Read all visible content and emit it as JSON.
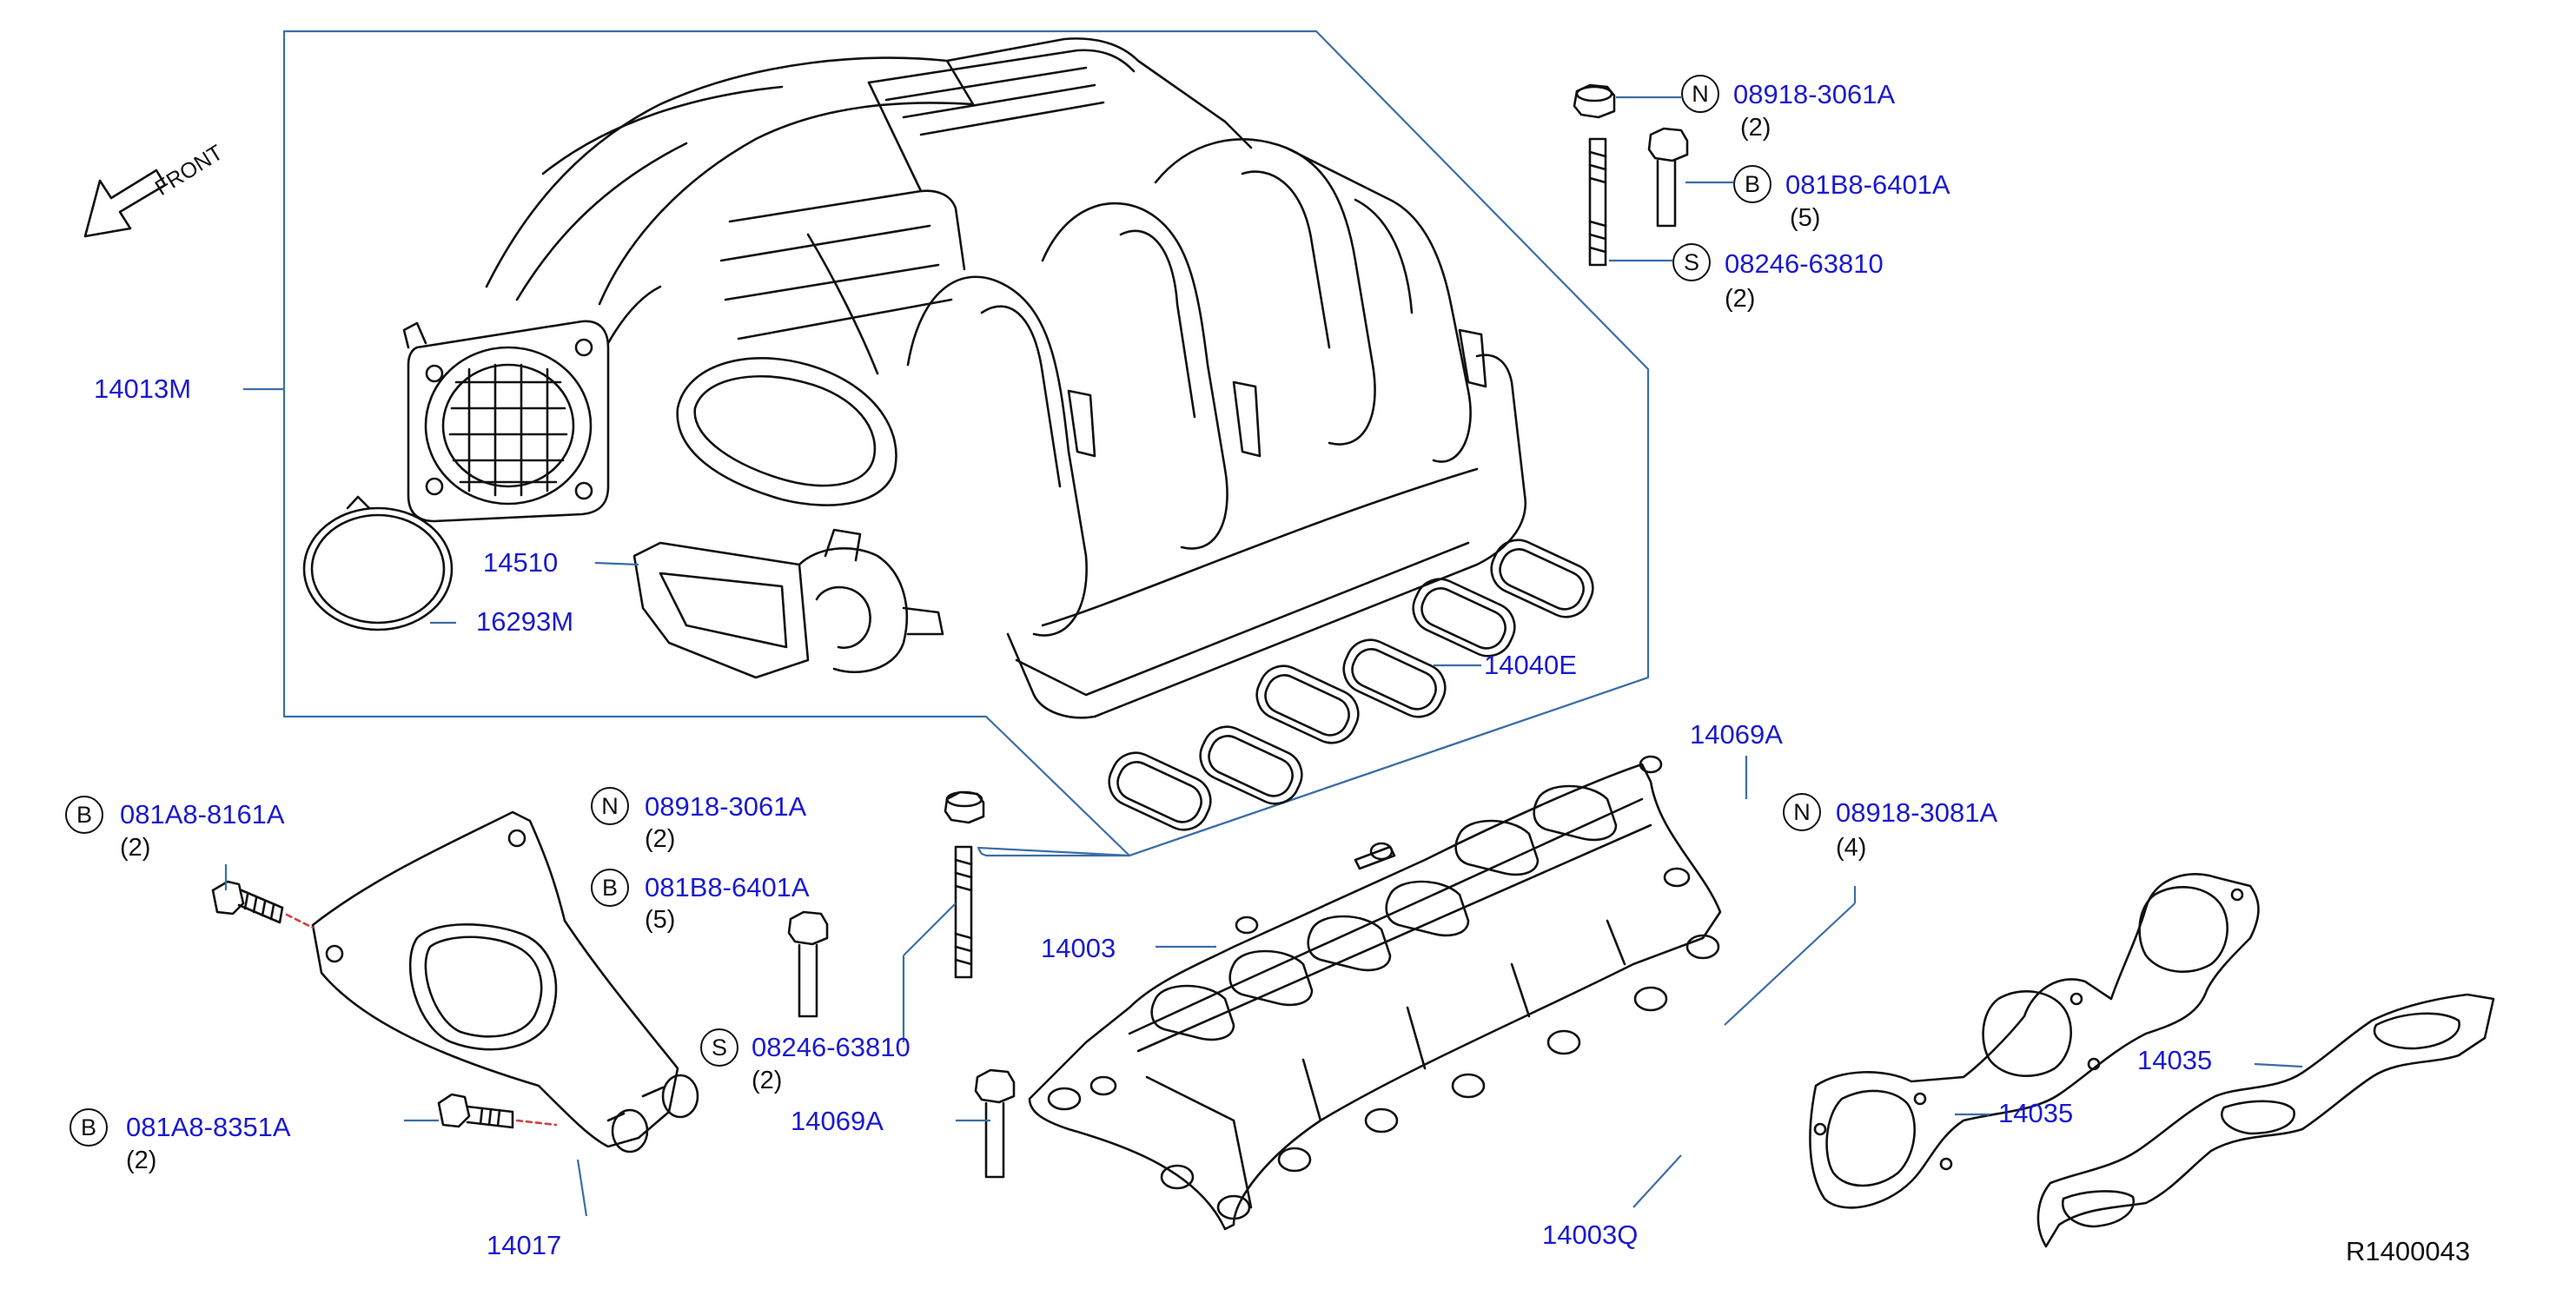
{
  "diagram": {
    "reference": "R1400043",
    "front_label": "FRONT",
    "colors": {
      "part_number": "#1a1ad0",
      "leader": "#3b6ea8",
      "line": "#111111",
      "background": "#ffffff"
    },
    "callouts": {
      "upper_collector": "14013M",
      "control_valve": "14510",
      "throttle_gasket": "16293M",
      "port_gaskets_upper": "14040E",
      "top_nut": {
        "badge": "N",
        "part": "08918-3061A",
        "qty": "(2)"
      },
      "top_bolt": {
        "badge": "B",
        "part": "081B8-6401A",
        "qty": "(5)"
      },
      "top_stud": {
        "badge": "S",
        "part": "08246-63810",
        "qty": "(2)"
      },
      "bracket_bolt_a": {
        "badge": "B",
        "part": "081A8-8161A",
        "qty": "(2)"
      },
      "bracket_bolt_b": {
        "badge": "B",
        "part": "081A8-8351A",
        "qty": "(2)"
      },
      "bracket": "14017",
      "mid_nut": {
        "badge": "N",
        "part": "08918-3061A",
        "qty": "(2)"
      },
      "mid_bolt": {
        "badge": "B",
        "part": "081B8-6401A",
        "qty": "(5)"
      },
      "mid_stud": {
        "badge": "S",
        "part": "08246-63810",
        "qty": "(2)"
      },
      "lower_manifold": "14003",
      "lower_bolt": "14069A",
      "right_bolt": "14069A",
      "right_nut": {
        "badge": "N",
        "part": "08918-3081A",
        "qty": "(4)"
      },
      "lower_stud": "14003Q",
      "gasket_left": "14035",
      "gasket_right": "14035"
    }
  }
}
